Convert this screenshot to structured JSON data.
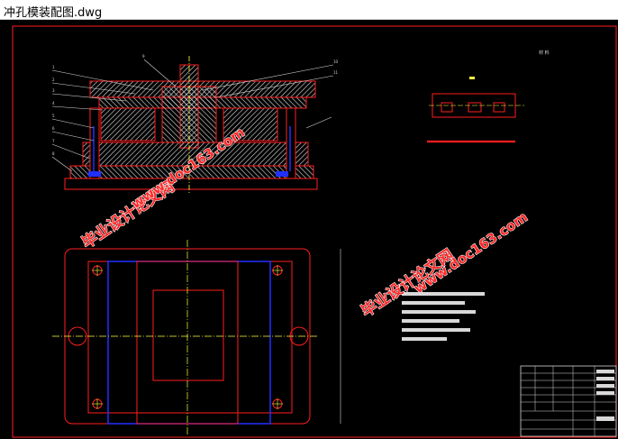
{
  "window": {
    "title": "冲孔模装配图.dwg"
  },
  "watermarks": {
    "left_cn": "毕业设计论文网",
    "left_url": "www.doc163.com",
    "right_cn": "毕业设计论文网",
    "right_url": "www.doc163.com"
  },
  "colors": {
    "drawing_bg": "#000000",
    "outline_red": "#ff1e1e",
    "hatch_white": "#d8d8d8",
    "centerline_yellow": "#ffff40",
    "guide_blue": "#2030ff",
    "watermark_red": "#ff2a2a"
  }
}
